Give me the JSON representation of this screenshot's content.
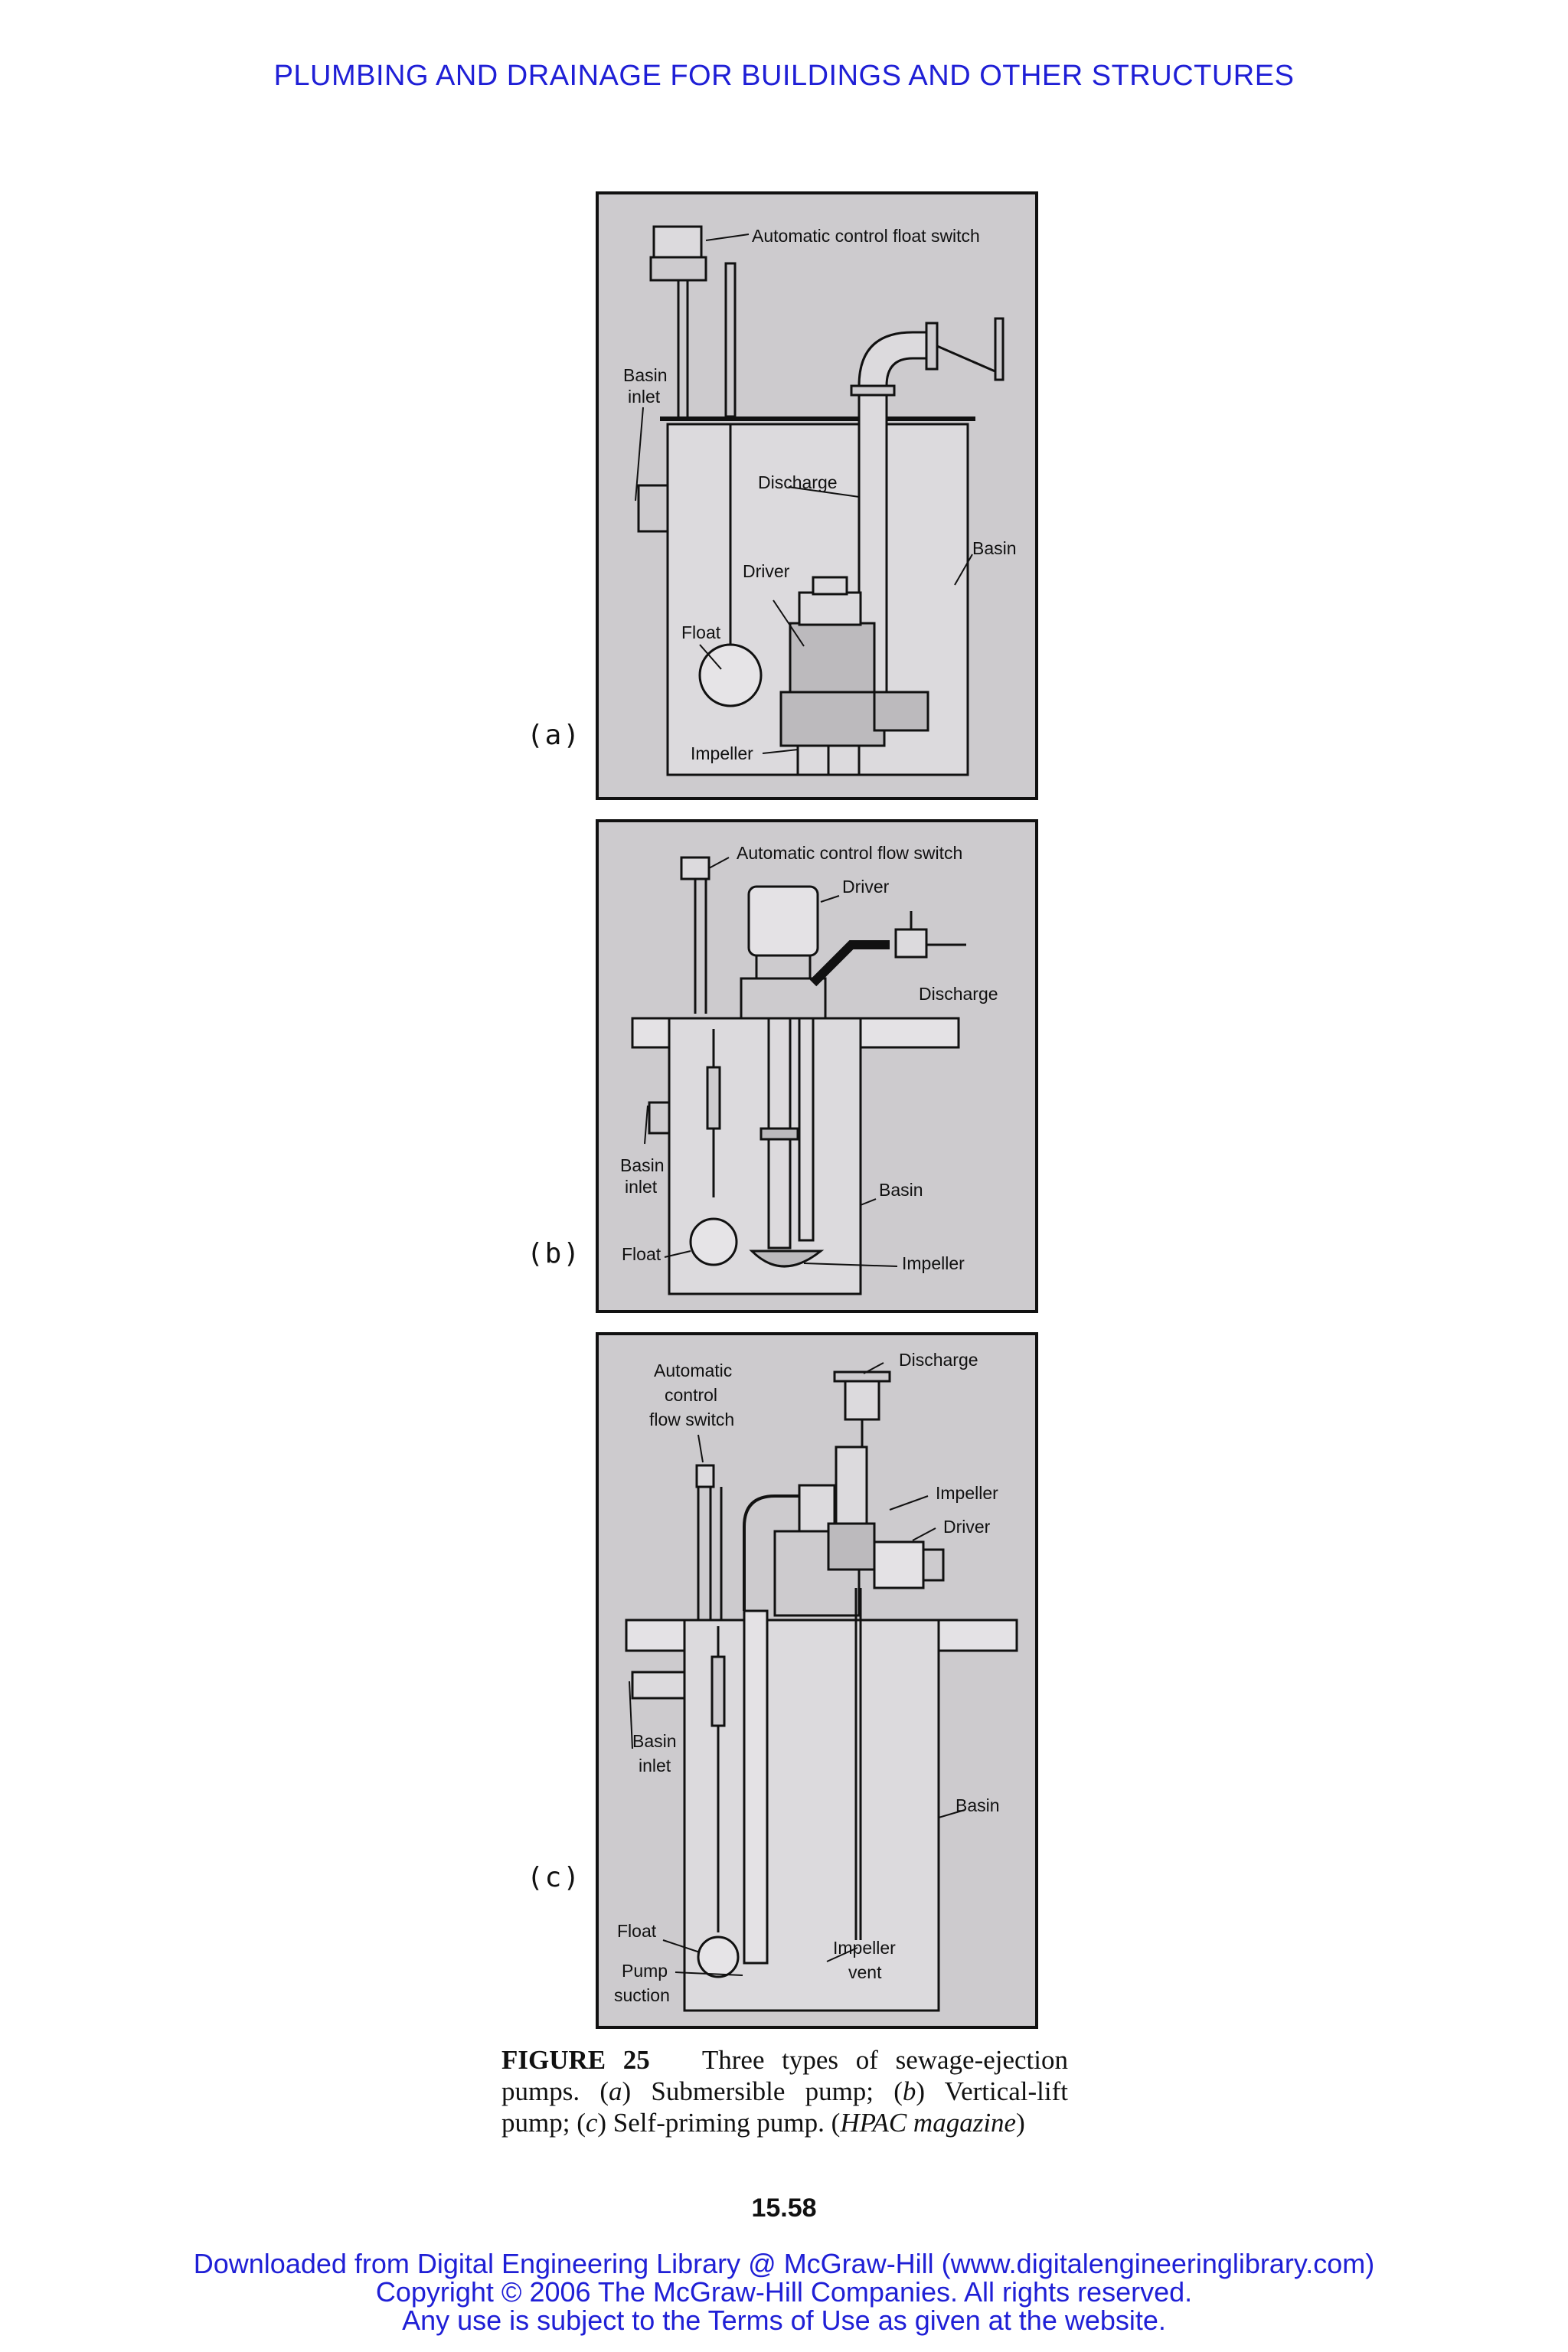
{
  "header": {
    "running_title": "PLUMBING AND DRAINAGE FOR BUILDINGS AND OTHER STRUCTURES"
  },
  "figure": {
    "panel_a": {
      "letter": "(a)",
      "labels": {
        "float_switch": "Automatic control float switch",
        "basin_inlet_1": "Basin",
        "basin_inlet_2": "inlet",
        "discharge": "Discharge",
        "basin": "Basin",
        "driver": "Driver",
        "float": "Float",
        "impeller": "Impeller"
      }
    },
    "panel_b": {
      "letter": "(b)",
      "labels": {
        "flow_switch": "Automatic control flow switch",
        "driver": "Driver",
        "discharge": "Discharge",
        "basin_inlet_1": "Basin",
        "basin_inlet_2": "inlet",
        "basin": "Basin",
        "float": "Float",
        "impeller": "Impeller"
      }
    },
    "panel_c": {
      "letter": "(c)",
      "labels": {
        "switch_1": "Automatic",
        "switch_2": "control",
        "switch_3": "flow switch",
        "discharge": "Discharge",
        "impeller": "Impeller",
        "driver": "Driver",
        "basin_inlet_1": "Basin",
        "basin_inlet_2": "inlet",
        "basin": "Basin",
        "float": "Float",
        "pump_suction_1": "Pump",
        "pump_suction_2": "suction",
        "impeller_vent_1": "Impeller",
        "impeller_vent_2": "vent"
      }
    },
    "caption": {
      "number": "FIGURE 25",
      "text_1": "Three types of sewage-ejection pumps. (",
      "a": "a",
      "text_2": ") Submersible pump; (",
      "b": "b",
      "text_3": ") Vertical-lift pump; (",
      "c": "c",
      "text_4": ") Self-priming pump. (",
      "source": "HPAC magazine",
      "text_5": ")"
    }
  },
  "page_number": "15.58",
  "footer": {
    "line_1": "Downloaded from Digital Engineering Library @ McGraw-Hill (www.digitalengineeringlibrary.com)",
    "line_2": "Copyright © 2006 The McGraw-Hill Companies. All rights reserved.",
    "line_3": "Any use is subject to the Terms of Use as given at the website."
  }
}
